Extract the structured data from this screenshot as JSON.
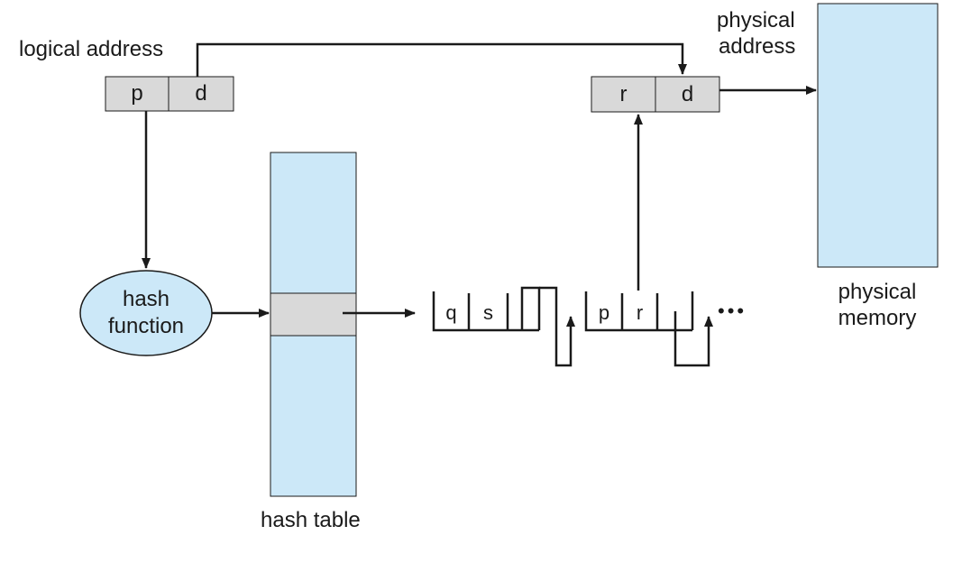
{
  "labels": {
    "logical_address": "logical address",
    "physical_address_line1": "physical",
    "physical_address_line2": "address",
    "physical_memory_line1": "physical",
    "physical_memory_line2": "memory",
    "hash_function_line1": "hash",
    "hash_function_line2": "function",
    "hash_table": "hash table"
  },
  "logical_address_fields": [
    "p",
    "d"
  ],
  "physical_address_fields": [
    "r",
    "d"
  ],
  "chain": {
    "node1": [
      "q",
      "s"
    ],
    "node2": [
      "p",
      "r"
    ],
    "ellipsis": "•••"
  },
  "colors": {
    "box_fill": "#d9d9d9",
    "blue_fill": "#cce8f8",
    "stroke": "#1a1a1a",
    "background": "#ffffff"
  }
}
